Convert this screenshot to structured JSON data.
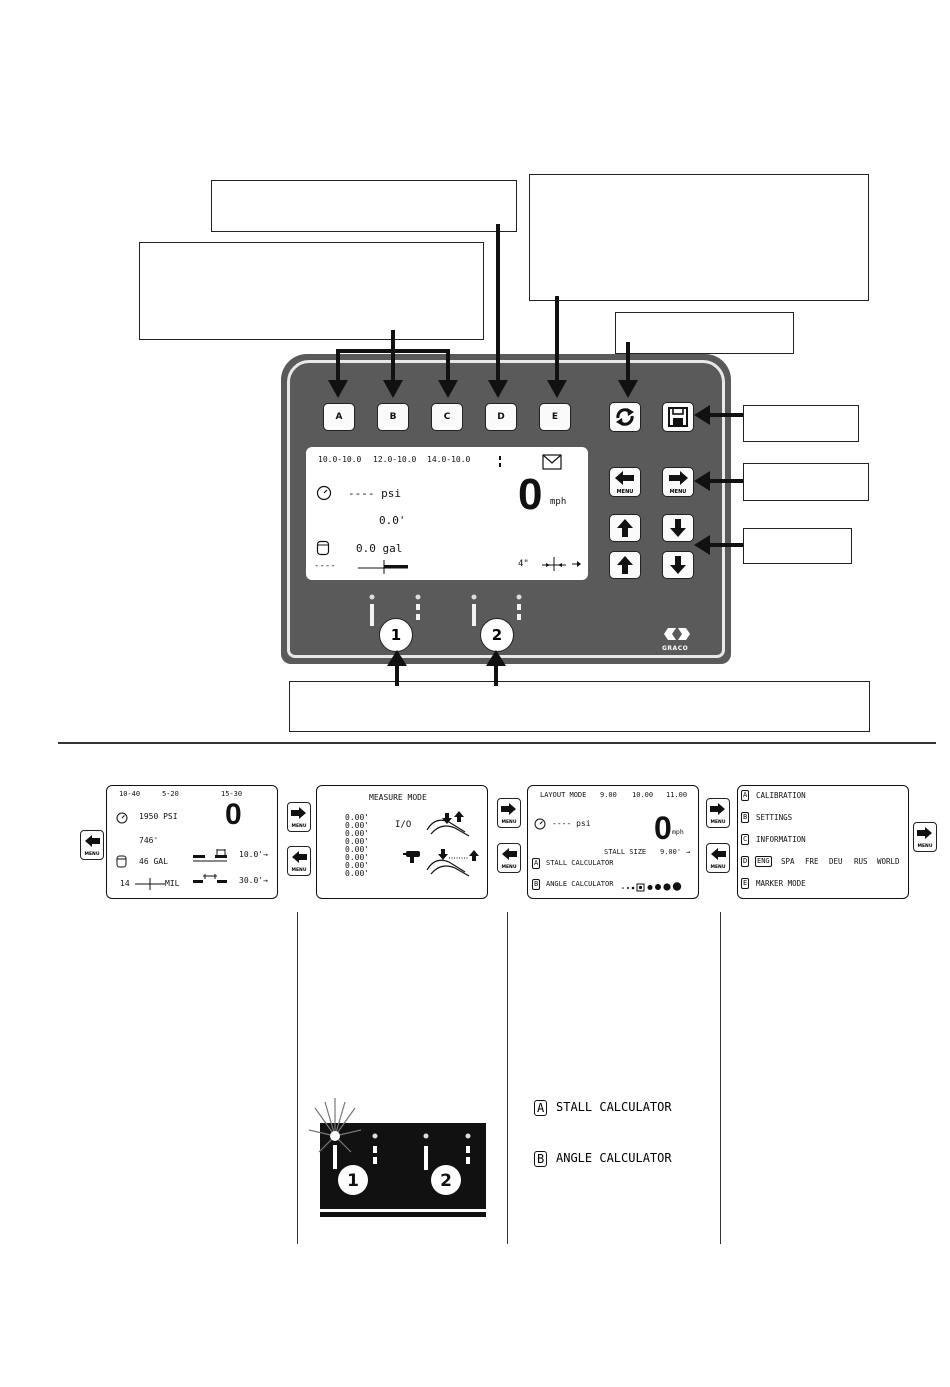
{
  "keypad": {
    "soft_keys": [
      "A",
      "B",
      "C",
      "D",
      "E"
    ],
    "gun_numbers": [
      "1",
      "2"
    ],
    "brand": "GRACO",
    "menu_label": "MENU"
  },
  "main_display": {
    "job_items": [
      "10.0-10.0",
      "12.0-10.0",
      "14.0-10.0"
    ],
    "pressure": "---- psi",
    "distance": "0.0'",
    "volume": "0.0 gal",
    "left_dashes": "----",
    "speed_value": "0",
    "speed_unit": "mph",
    "line_width": "4\""
  },
  "screen1": {
    "top_items": [
      "10-40",
      "5-20",
      "15-30"
    ],
    "pressure": "1950 PSI",
    "speed_value": "0",
    "distance": "746'",
    "volume": "46 GAL",
    "thickness_value": "14",
    "thickness_unit": "MIL",
    "skip_line_1": "10.0'→",
    "skip_line_2": "30.0'→"
  },
  "screen2": {
    "title": "MEASURE MODE",
    "values": [
      "0.00'",
      "0.00'",
      "0.00'",
      "0.00'",
      "0.00'",
      "0.00'",
      "0.00'",
      "0.00'"
    ],
    "io_label": "I/O"
  },
  "screen3": {
    "title": "LAYOUT MODE",
    "top_items": [
      "9.00",
      "10.00",
      "11.00"
    ],
    "pressure": "---- psi",
    "speed_value": "0",
    "speed_unit": "mph",
    "stall_label": "STALL SIZE",
    "stall_value": "9.00'",
    "option_a": "STALL CALCULATOR",
    "option_b": "ANGLE CALCULATOR",
    "letter_a": "A",
    "letter_b": "B"
  },
  "screen4": {
    "items": [
      {
        "letter": "A",
        "label": "CALIBRATION"
      },
      {
        "letter": "B",
        "label": "SETTINGS"
      },
      {
        "letter": "C",
        "label": "INFORMATION"
      },
      {
        "letter": "E",
        "label": "MARKER MODE"
      }
    ],
    "lang_letter": "D",
    "languages": [
      "ENG",
      "SPA",
      "FRE",
      "DEU",
      "RUS",
      "WORLD"
    ]
  },
  "detail": {
    "gun_numbers": [
      "1",
      "2"
    ],
    "option_a": "STALL CALCULATOR",
    "option_b": "ANGLE CALCULATOR",
    "letter_a": "A",
    "letter_b": "B"
  }
}
